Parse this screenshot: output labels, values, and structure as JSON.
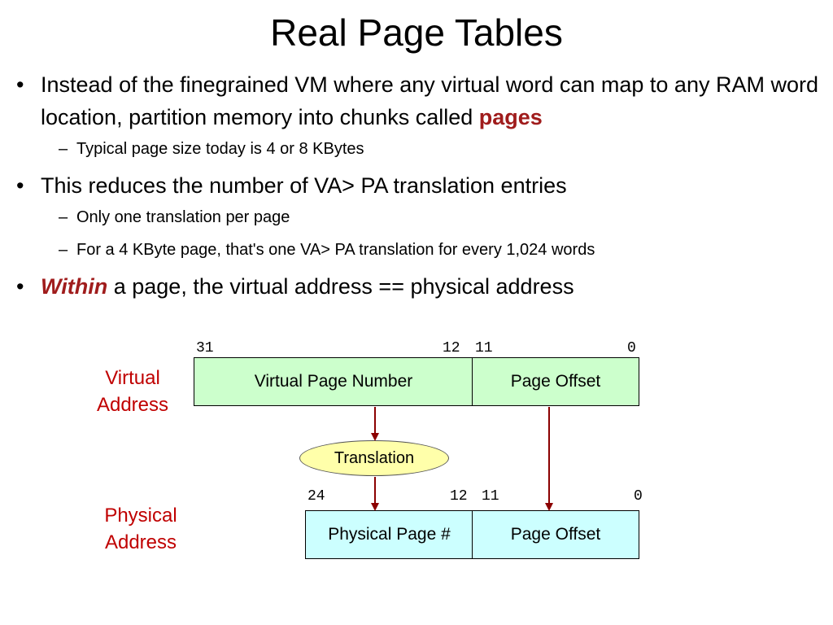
{
  "title": "Real Page Tables",
  "bullets": {
    "b1_text": "Instead of the finegrained VM where any virtual word can map to any RAM word location, partition memory into chunks called ",
    "b1_highlight": "pages",
    "b1_sub1": "Typical page size today is 4 or 8 KBytes",
    "b2_text": "This reduces the number of VA> PA translation entries",
    "b2_sub1": "Only one translation per page",
    "b2_sub2": "For a 4 KByte page, that's one VA> PA translation for every 1,024 words",
    "b3_highlight": "Within",
    "b3_text": " a page, the virtual address == physical address",
    "bullet_glyph": "•",
    "dash_glyph": "–"
  },
  "diagram": {
    "virtual_label": "Virtual\nAddress",
    "physical_label": "Physical\nAddress",
    "va_bits": {
      "hi": "31",
      "mid_hi": "12",
      "mid_lo": "11",
      "lo": "0"
    },
    "pa_bits": {
      "hi": "24",
      "mid_hi": "12",
      "mid_lo": "11",
      "lo": "0"
    },
    "vpn": "Virtual Page Number",
    "v_offset": "Page Offset",
    "ppn": "Physical Page #",
    "p_offset": "Page Offset",
    "translation": "Translation"
  },
  "colors": {
    "accent_red": "#a01c1c",
    "label_red": "#c00000",
    "virtual_box": "#ccffcc",
    "physical_box": "#ccffff",
    "translation_fill": "#ffffaa",
    "arrow": "#8b0000"
  }
}
